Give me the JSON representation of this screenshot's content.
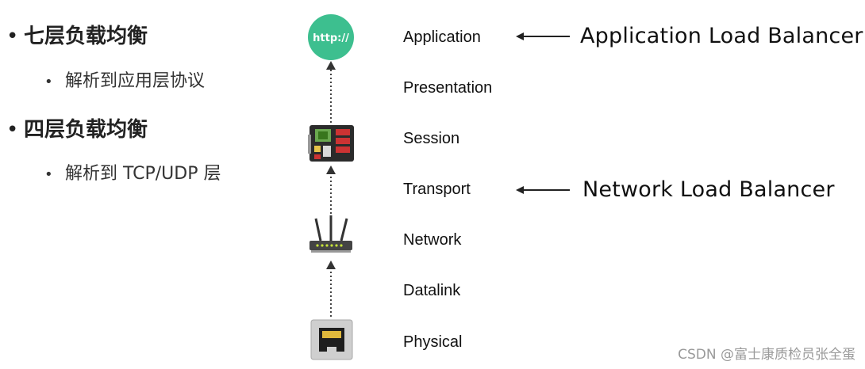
{
  "bullets": [
    {
      "text": "七层负载均衡",
      "sub": "解析到应用层协议"
    },
    {
      "text": "四层负载均衡",
      "sub": "解析到 TCP/UDP 层"
    }
  ],
  "layers": [
    "Application",
    "Presentation",
    "Session",
    "Transport",
    "Network",
    "Datalink",
    "Physical"
  ],
  "icons": {
    "application": {
      "name": "http-globe-icon",
      "label": "http://",
      "color": "#3dbf8f"
    },
    "session": {
      "name": "circuit-board-icon"
    },
    "network": {
      "name": "router-icon"
    },
    "physical": {
      "name": "ethernet-port-icon"
    }
  },
  "balancers": {
    "application": "Application Load Balancer",
    "network": "Network Load Balancer"
  },
  "watermark": "CSDN @富士康质检员张全蛋"
}
